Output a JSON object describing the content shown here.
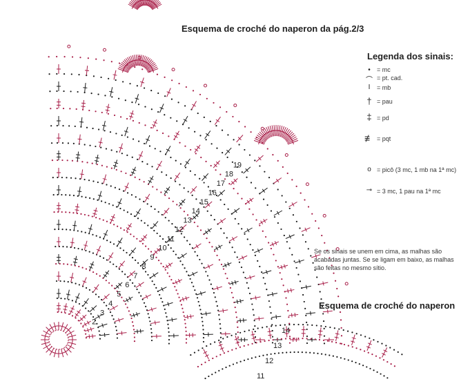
{
  "title_part": "Esquema de croché do naperon da pág.2/3",
  "title_full": "Esquema de croché do naperon",
  "legend": {
    "title": "Legenda dos sinais:",
    "items": [
      {
        "icon": "chain-dot-icon",
        "label": "= mc"
      },
      {
        "icon": "slip-stitch-icon",
        "label": "= pt. cad."
      },
      {
        "icon": "single-crochet-icon",
        "label": "= mb"
      },
      {
        "icon": "double-crochet-icon",
        "label": "= pau"
      },
      {
        "icon": "treble-crochet-icon",
        "label": "= pd"
      },
      {
        "icon": "triple-treble-icon",
        "label": "= pqt"
      },
      {
        "icon": "picot-icon",
        "label": "= picô (3 mc, 1 mb na 1ª mc)"
      },
      {
        "icon": "combo-icon",
        "label": "= 3 mc, 1 pau na 1ª mc"
      }
    ]
  },
  "note": "Se os sinais se unem em cima, as malhas são acabadas juntas. Se se ligam em baixo, as malhas são feitas no mesmo sítio.",
  "row_numbers_upper": [
    "2",
    "3",
    "4",
    "5",
    "6",
    "7",
    "8",
    "9",
    "10",
    "11",
    "12",
    "13",
    "14",
    "15",
    "16",
    "17",
    "18",
    "19"
  ],
  "row_numbers_lower": [
    "11",
    "12",
    "13",
    "14"
  ],
  "colors": {
    "red": "#a81e48",
    "black": "#1a1a1a"
  }
}
